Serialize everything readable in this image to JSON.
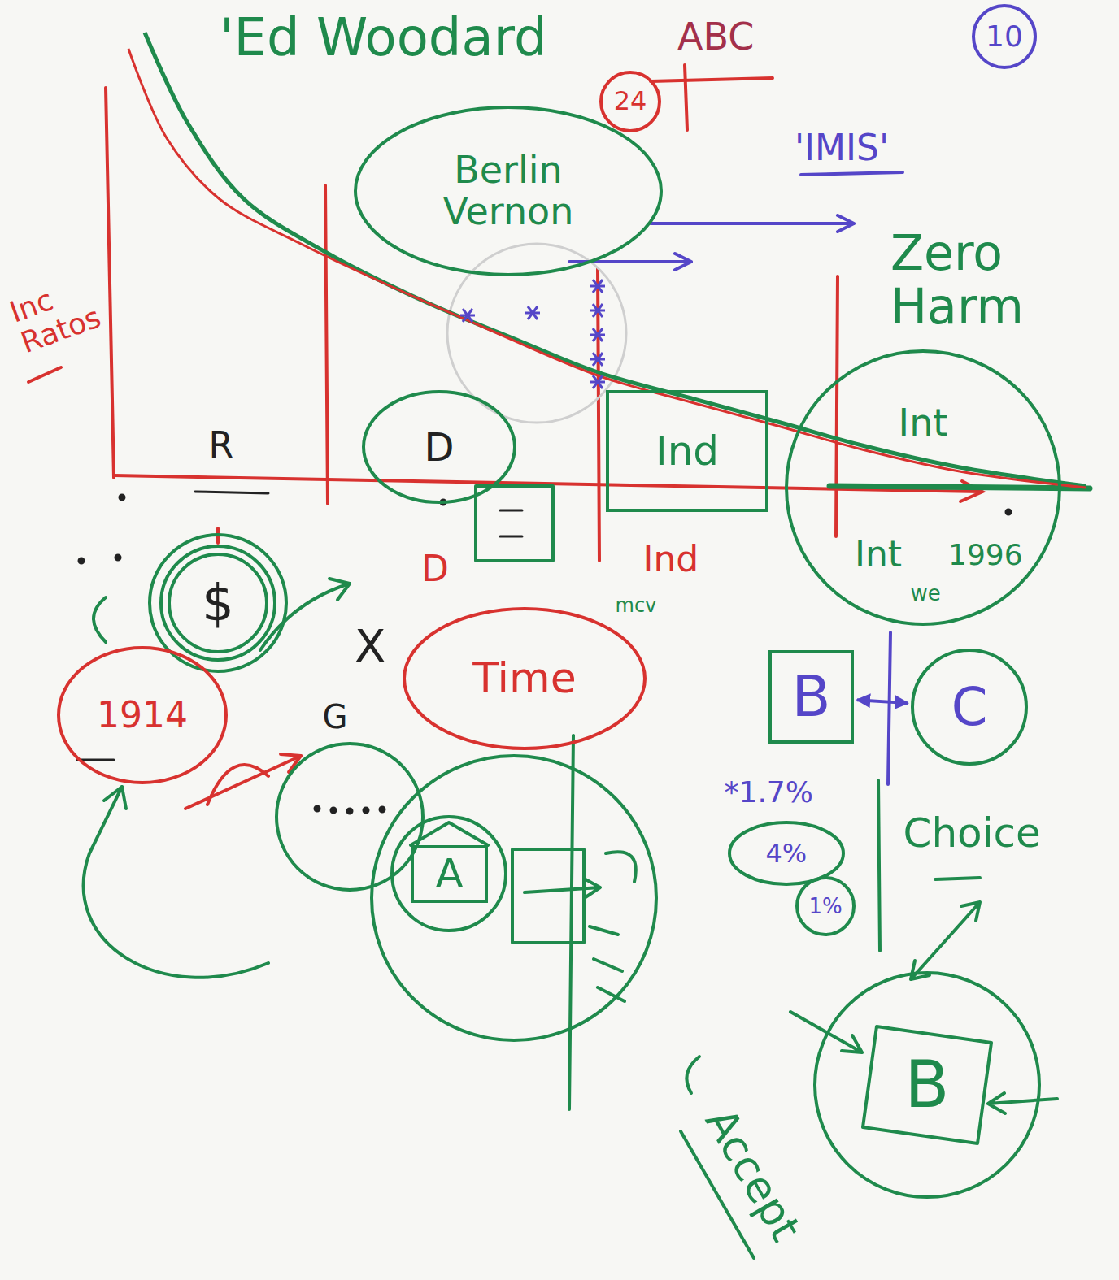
{
  "diagram": {
    "title": "'Ed Woodard",
    "nodes": [
      {
        "text": [
          "24"
        ]
      },
      {
        "text": [
          "10"
        ]
      },
      {
        "text": [
          "Berlin Vernon"
        ]
      },
      {
        "text": [
          "D"
        ]
      },
      {
        "text": [
          "Ind"
        ]
      },
      {
        "text": [
          "Int"
        ]
      },
      {
        "text": [
          "$"
        ]
      },
      {
        "text": [
          "Time"
        ]
      },
      {
        "text": [
          "B"
        ]
      },
      {
        "text": [
          "C"
        ]
      },
      {
        "text": [
          "1914"
        ]
      },
      {
        "text": [
          "A"
        ]
      },
      {
        "text": [
          "B"
        ]
      }
    ],
    "edges": [
      {
        "from": 8,
        "to": 9,
        "arrow": "both"
      }
    ],
    "labels": [
      "ABC",
      "'IMIS'",
      "Zero Harm",
      "Inc Ratos",
      "R",
      "D",
      "Ind",
      "Int",
      "1996",
      "mcv",
      "we",
      "X",
      "G",
      "*1.7%",
      "4%",
      "1%",
      "Choice",
      "Accept"
    ]
  }
}
